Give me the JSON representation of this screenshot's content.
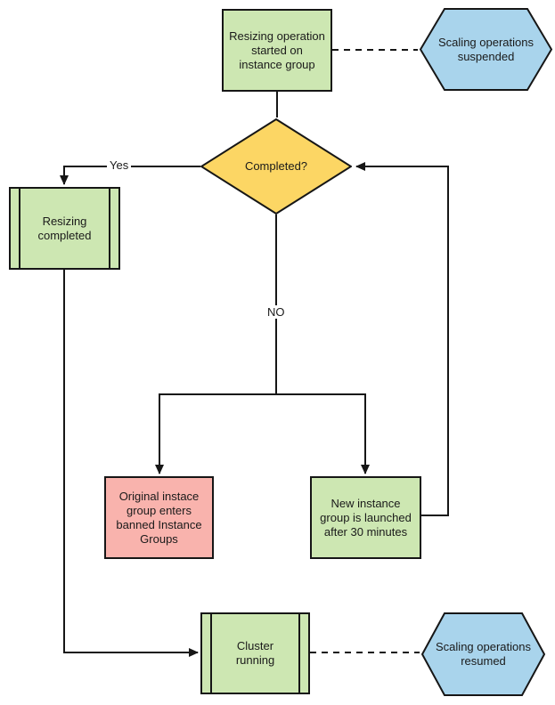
{
  "diagram": {
    "type": "flowchart",
    "nodes": {
      "start": {
        "shape": "process",
        "label": "Resizing operation started on instance group",
        "lines": [
          "Resizing operation",
          "started on",
          "instance group"
        ],
        "fill": "#cde7b2"
      },
      "suspended": {
        "shape": "hexagon",
        "label": "Scaling operations suspended",
        "lines": [
          "Scaling operations",
          "suspended"
        ],
        "fill": "#a9d4ec"
      },
      "completed": {
        "shape": "decision",
        "label": "Completed?",
        "lines": [
          "Completed?"
        ],
        "fill": "#fcd664"
      },
      "resizing_completed": {
        "shape": "predefined-process",
        "label": "Resizing completed",
        "lines": [
          "Resizing",
          "completed"
        ],
        "fill": "#cde7b2"
      },
      "banned": {
        "shape": "process",
        "label": "Original instace group enters banned Instance Groups",
        "lines": [
          "Original instace",
          "group enters",
          "banned Instance",
          "Groups"
        ],
        "fill": "#f9b3ad"
      },
      "new_instance": {
        "shape": "process",
        "label": "New instance group is launched after 30 minutes",
        "lines": [
          "New instance",
          "group is launched",
          "after 30 minutes"
        ],
        "fill": "#cde7b2"
      },
      "cluster_running": {
        "shape": "predefined-process",
        "label": "Cluster running",
        "lines": [
          "Cluster",
          "running"
        ],
        "fill": "#cde7b2"
      },
      "resumed": {
        "shape": "hexagon",
        "label": "Scaling operations resumed",
        "lines": [
          "Scaling operations",
          "resumed"
        ],
        "fill": "#a9d4ec"
      }
    },
    "edge_labels": {
      "yes": "Yes",
      "no": "NO"
    },
    "colors": {
      "process_green": "#cde7b2",
      "decision_yellow": "#fcd664",
      "hexagon_blue": "#a9d4ec",
      "alert_pink": "#f9b3ad",
      "stroke": "#161616"
    }
  }
}
